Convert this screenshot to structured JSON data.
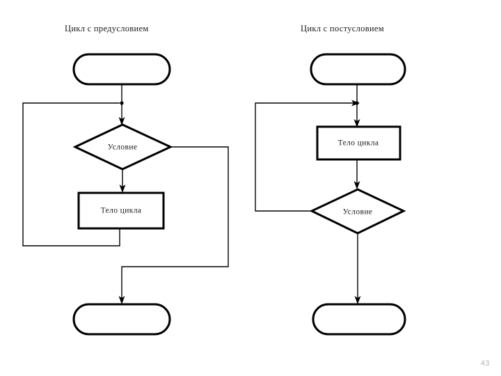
{
  "slide": {
    "page_number": "43",
    "background_color": "#ffffff",
    "stroke_color": "#000000",
    "text_color": "#1c1c1c",
    "page_number_color": "#b4b4b4"
  },
  "columns": [
    {
      "id": "pre-condition-loop",
      "title": "Цикл с предусловием",
      "nodes": [
        {
          "id": "start",
          "type": "terminator",
          "label": ""
        },
        {
          "id": "condition",
          "type": "decision",
          "label": "Условие"
        },
        {
          "id": "body",
          "type": "process",
          "label": "Тело цикла"
        },
        {
          "id": "end",
          "type": "terminator",
          "label": ""
        }
      ],
      "edges": [
        {
          "from": "start",
          "to": "condition",
          "kind": "straight-down"
        },
        {
          "from": "condition",
          "to": "body",
          "kind": "straight-down"
        },
        {
          "from": "body",
          "to": "condition",
          "kind": "feedback-left"
        },
        {
          "from": "condition",
          "to": "end",
          "kind": "exit-right"
        }
      ]
    },
    {
      "id": "post-condition-loop",
      "title": "Цикл с постусловием",
      "nodes": [
        {
          "id": "start",
          "type": "terminator",
          "label": ""
        },
        {
          "id": "body",
          "type": "process",
          "label": "Тело цикла"
        },
        {
          "id": "condition",
          "type": "decision",
          "label": "Условие"
        },
        {
          "id": "end",
          "type": "terminator",
          "label": ""
        }
      ],
      "edges": [
        {
          "from": "start",
          "to": "body",
          "kind": "straight-down"
        },
        {
          "from": "body",
          "to": "condition",
          "kind": "straight-down"
        },
        {
          "from": "condition",
          "to": "body",
          "kind": "feedback-left"
        },
        {
          "from": "condition",
          "to": "end",
          "kind": "straight-down"
        }
      ]
    }
  ]
}
